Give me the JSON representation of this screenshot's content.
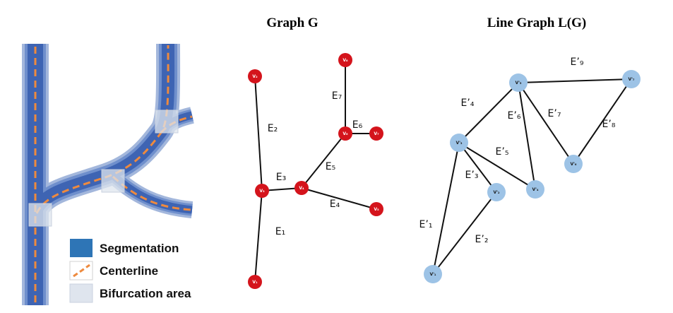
{
  "titles": {
    "graph": "Graph G",
    "line_graph": "Line Graph L(G)"
  },
  "legend": {
    "segmentation": "Segmentation",
    "centerline": "Centerline",
    "bifurcation": "Bifurcation area"
  },
  "colors": {
    "vessel_outer": "#a3b7dc",
    "vessel_mid": "#6f8fcc",
    "vessel_inner": "#3e64b3",
    "centerline": "#ee8a3e",
    "legend_segmentation": "#2e75b6",
    "bifurcation_fill": "#dfe5ee",
    "graph_node": "#d4141c",
    "line_graph_node": "#9dc3e6"
  },
  "graph_g": {
    "nodes": [
      {
        "id": "v1",
        "label": "V₁"
      },
      {
        "id": "v2",
        "label": "V₂"
      },
      {
        "id": "v3",
        "label": "V₃"
      },
      {
        "id": "v4",
        "label": "V₄"
      },
      {
        "id": "v5",
        "label": "V₅"
      },
      {
        "id": "v6",
        "label": "V₆"
      },
      {
        "id": "v7",
        "label": "V₇"
      },
      {
        "id": "v8",
        "label": "V₈"
      }
    ],
    "edges": [
      {
        "id": "e1",
        "from": "v1",
        "to": "v3",
        "label": "E₁"
      },
      {
        "id": "e2",
        "from": "v2",
        "to": "v3",
        "label": "E₂"
      },
      {
        "id": "e3",
        "from": "v3",
        "to": "v4",
        "label": "E₃"
      },
      {
        "id": "e4",
        "from": "v4",
        "to": "v5",
        "label": "E₄"
      },
      {
        "id": "e5",
        "from": "v4",
        "to": "v6",
        "label": "E₅"
      },
      {
        "id": "e6",
        "from": "v6",
        "to": "v7",
        "label": "E₆"
      },
      {
        "id": "e7",
        "from": "v6",
        "to": "v8",
        "label": "E₇"
      }
    ]
  },
  "line_graph": {
    "nodes": [
      {
        "id": "n1",
        "label": "V'₁"
      },
      {
        "id": "n2",
        "label": "V'₂"
      },
      {
        "id": "n3",
        "label": "V'₃"
      },
      {
        "id": "n4",
        "label": "V'₄"
      },
      {
        "id": "n5",
        "label": "V'₅"
      },
      {
        "id": "n6",
        "label": "V'₆"
      },
      {
        "id": "n7",
        "label": "V'₇"
      }
    ],
    "edges": [
      {
        "id": "le1",
        "from": "n1",
        "to": "n3",
        "label": "E’₁"
      },
      {
        "id": "le2",
        "from": "n1",
        "to": "n2",
        "label": "E’₂"
      },
      {
        "id": "le3",
        "from": "n3",
        "to": "n2",
        "label": "E’₃"
      },
      {
        "id": "le4",
        "from": "n3",
        "to": "n5",
        "label": "E’₄"
      },
      {
        "id": "le5",
        "from": "n3",
        "to": "n4",
        "label": "E’₅"
      },
      {
        "id": "le6",
        "from": "n5",
        "to": "n4",
        "label": "E’₆"
      },
      {
        "id": "le7",
        "from": "n5",
        "to": "n6",
        "label": "E’₇"
      },
      {
        "id": "le8",
        "from": "n7",
        "to": "n6",
        "label": "E’₈"
      },
      {
        "id": "le9",
        "from": "n5",
        "to": "n7",
        "label": "E’₉"
      }
    ]
  }
}
